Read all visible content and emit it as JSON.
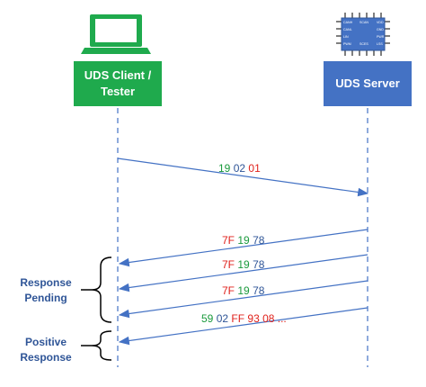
{
  "client": {
    "label_line1": "UDS Client /",
    "label_line2": "Tester",
    "color": "#1faa4d",
    "icon": "laptop-icon"
  },
  "server": {
    "label": "UDS Server",
    "color": "#4472c4",
    "icon": "ecu-chip-icon",
    "chip_pins_left": [
      "CANH",
      "CANL",
      "LIN",
      "PWM"
    ],
    "chip_pins_right": [
      "VDD",
      "GND",
      "PWR",
      "LSS"
    ],
    "chip_pins_top": "SCAN",
    "chip_pins_bottom": "SCES"
  },
  "annotations": {
    "pending": "Response Pending",
    "positive": "Positive Response"
  },
  "messages": [
    {
      "direction": "client-to-server",
      "parts": [
        {
          "text": "19",
          "color": "green"
        },
        {
          "text": "02",
          "color": "blue"
        },
        {
          "text": "01",
          "color": "red"
        }
      ]
    },
    {
      "direction": "server-to-client",
      "parts": [
        {
          "text": "7F",
          "color": "red"
        },
        {
          "text": "19",
          "color": "green"
        },
        {
          "text": "78",
          "color": "blue"
        }
      ]
    },
    {
      "direction": "server-to-client",
      "parts": [
        {
          "text": "7F",
          "color": "red"
        },
        {
          "text": "19",
          "color": "green"
        },
        {
          "text": "78",
          "color": "blue"
        }
      ]
    },
    {
      "direction": "server-to-client",
      "parts": [
        {
          "text": "7F",
          "color": "red"
        },
        {
          "text": "19",
          "color": "green"
        },
        {
          "text": "78",
          "color": "blue"
        }
      ]
    },
    {
      "direction": "server-to-client",
      "parts": [
        {
          "text": "59",
          "color": "green"
        },
        {
          "text": "02",
          "color": "blue"
        },
        {
          "text": "FF 93 08 ...",
          "color": "red"
        }
      ]
    }
  ],
  "colors": {
    "arrow": "#4472c4",
    "green": "#1a9a3c",
    "red": "#e0221c",
    "blue": "#2f5597"
  }
}
